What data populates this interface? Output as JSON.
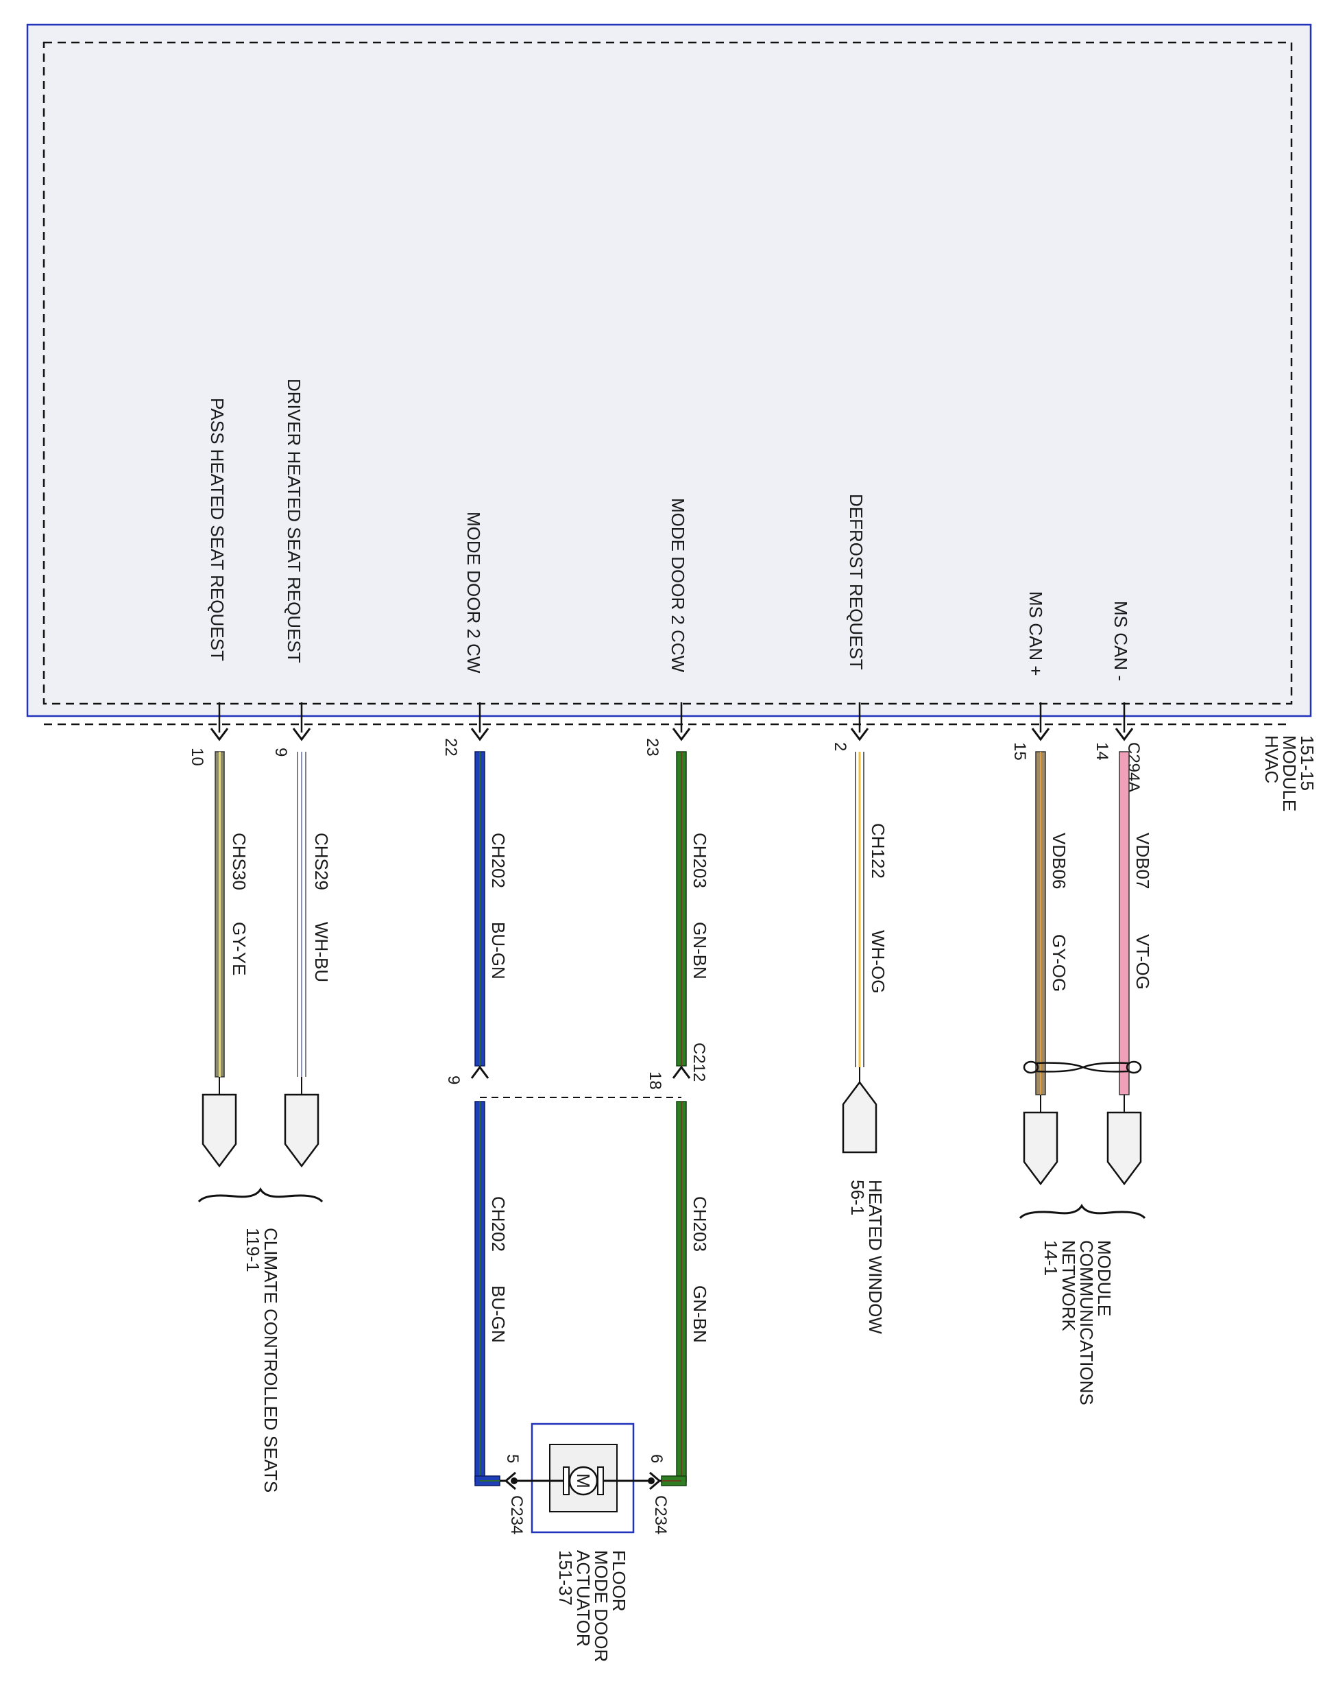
{
  "module": {
    "name_lines": [
      "HVAC",
      "MODULE",
      "151-15"
    ],
    "connector": "C294A",
    "outline_color": "#2233bb",
    "fill_color": "#eef0f6"
  },
  "signals": [
    {
      "id": "pass-heated-seat",
      "label": "PASS HEATED SEAT REQUEST",
      "pin": "10",
      "circuit": "CHS30",
      "color": "GY-YE",
      "wire": "#8c8c68"
    },
    {
      "id": "driver-heated-seat",
      "label": "DRIVER HEATED SEAT REQUEST",
      "pin": "9",
      "circuit": "CHS29",
      "color": "WH-BU",
      "wire": "#9aa0c8"
    },
    {
      "id": "mode-door-cw",
      "label": "MODE DOOR 2 CW",
      "pin": "22",
      "circuit": "CH202",
      "color": "BU-GN",
      "wire": "#1f3fb8"
    },
    {
      "id": "mode-door-ccw",
      "label": "MODE DOOR 2 CCW",
      "pin": "23",
      "circuit": "CH203",
      "color": "GN-BN",
      "wire": "#2e7d22"
    },
    {
      "id": "defrost",
      "label": "DEFROST REQUEST",
      "pin": "2",
      "circuit": "CH122",
      "color": "WH-OG",
      "wire": "#e8b23a"
    },
    {
      "id": "ms-can-plus",
      "label": "MS CAN +",
      "pin": "15",
      "circuit": "VDB06",
      "color": "GY-OG",
      "wire": "#b08a58"
    },
    {
      "id": "ms-can-minus",
      "label": "MS CAN -",
      "pin": "14",
      "circuit": "VDB07",
      "color": "VT-OG",
      "wire": "#f0a0b8"
    }
  ],
  "inline_connector": {
    "name": "C212",
    "pin_cw": "9",
    "pin_ccw": "18"
  },
  "lower_wires": [
    {
      "id": "cw-lower",
      "circuit": "CH202",
      "color": "BU-GN"
    },
    {
      "id": "ccw-lower",
      "circuit": "CH203",
      "color": "GN-BN"
    }
  ],
  "actuator": {
    "connector": "C234",
    "pin_left": "5",
    "pin_right": "6",
    "symbol": "M",
    "name_lines": [
      "FLOOR",
      "MODE DOOR",
      "ACTUATOR",
      "151-37"
    ]
  },
  "destinations": {
    "seats": {
      "lines": [
        "CLIMATE CONTROLLED SEATS",
        "119-1"
      ]
    },
    "heated_window": {
      "lines": [
        "HEATED WINDOW",
        "56-1"
      ]
    },
    "network": {
      "lines": [
        "MODULE",
        "COMMUNICATIONS",
        "NETWORK",
        "14-1"
      ]
    }
  }
}
